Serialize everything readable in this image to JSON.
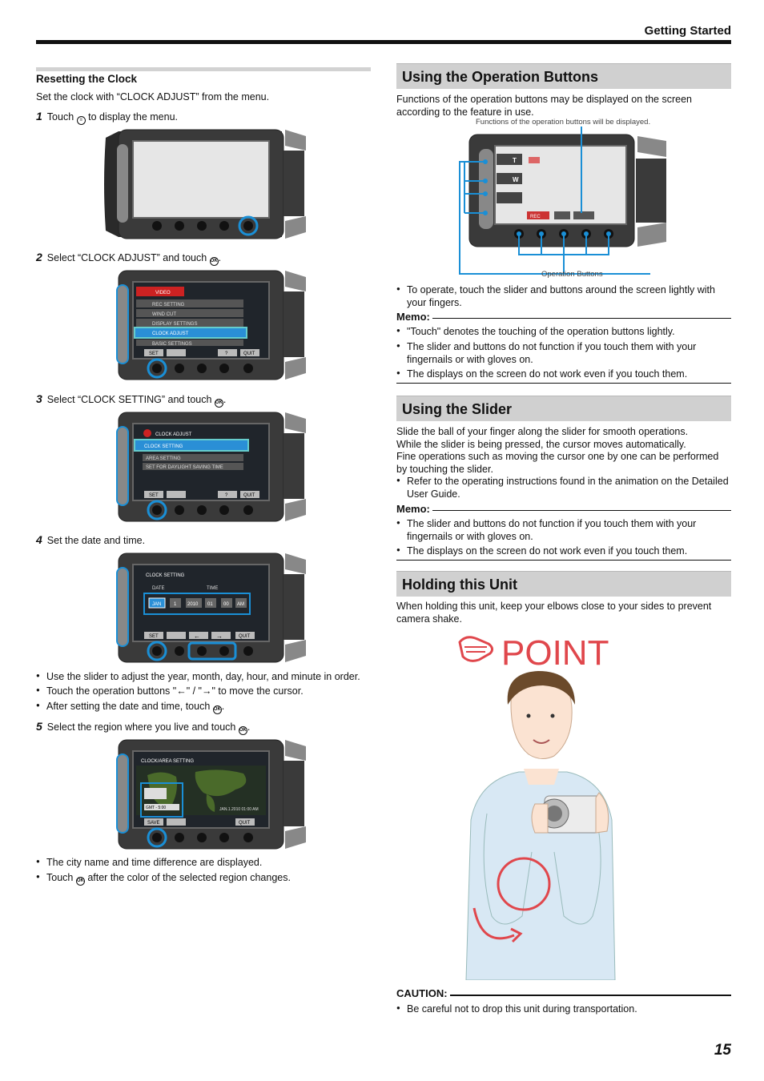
{
  "header": {
    "section": "Getting Started",
    "page_number": "15"
  },
  "left": {
    "title": "Resetting the Clock",
    "intro": "Set the clock with “CLOCK ADJUST” from the menu.",
    "steps": [
      {
        "num": "1",
        "pre": "Touch",
        "post": "to display the menu."
      },
      {
        "num": "2",
        "pre": "Select “CLOCK ADJUST” and touch",
        "post": "."
      },
      {
        "num": "3",
        "pre": "Select “CLOCK SETTING” and touch",
        "post": "."
      },
      {
        "num": "4",
        "pre": "Set the date and time.",
        "post": ""
      },
      {
        "num": "5",
        "pre": "Select the region where you live and touch",
        "post": "."
      }
    ],
    "step4_bullets": [
      "Use the slider to adjust the year, month, day, hour, and minute in order.",
      "Touch the operation buttons \"←\" / \"→\" to move the cursor.",
      "After setting the date and time, touch"
    ],
    "step5_bullets": [
      "The city name and time difference are displayed.",
      "after the color of the selected region changes."
    ],
    "touch_word": "Touch",
    "screens": {
      "menu": {
        "items": [
          "VIDEO",
          "REC SETTING",
          "WIND CUT",
          "DISPLAY SETTINGS",
          "CLOCK ADJUST",
          "BASIC SETTINGS"
        ],
        "buttons": [
          "SET",
          "?",
          "QUIT"
        ]
      },
      "clock_adjust": {
        "title": "CLOCK ADJUST",
        "items": [
          "CLOCK SETTING",
          "AREA SETTING",
          "SET FOR DAYLIGHT SAVING TIME"
        ],
        "buttons": [
          "SET",
          "?",
          "QUIT"
        ]
      },
      "clock_setting": {
        "title": "CLOCK SETTING",
        "date_label": "DATE",
        "time_label": "TIME",
        "fields": [
          "JAN",
          "1",
          "2010",
          "01",
          "00",
          "AM"
        ],
        "buttons": [
          "SET",
          "QUIT"
        ]
      },
      "area": {
        "title": "CLOCK/AREA SETTING",
        "gmt": "GMT - 5:00",
        "datetime": "JAN.1.2010 01:00 AM",
        "buttons": [
          "SAVE",
          "QUIT"
        ]
      }
    }
  },
  "right": {
    "op": {
      "title": "Using the Operation Buttons",
      "intro": "Functions of the operation buttons may be displayed on the screen according to the feature in use.",
      "caption_top": "Functions of the operation buttons will be displayed.",
      "caption_bottom": "Operation Buttons",
      "bullet": "To operate, touch the slider and buttons around the screen lightly with your fingers.",
      "memo_label": "Memo:",
      "memo": [
        "\"Touch\" denotes the touching of the operation buttons lightly.",
        "The slider and buttons do not function if you touch them with your fingernails or with gloves on.",
        "The displays on the screen do not work even if you touch them."
      ],
      "screen_labels": [
        "T",
        "W",
        "REC"
      ]
    },
    "slider": {
      "title": "Using the Slider",
      "p1": "Slide the ball of your finger along the slider for smooth operations.",
      "p2": "While the slider is being pressed, the cursor moves automatically.",
      "p3": "Fine operations such as moving the cursor one by one can be performed by touching the slider.",
      "bullet": "Refer to the operating instructions found in the animation on the Detailed User Guide.",
      "memo_label": "Memo:",
      "memo": [
        "The slider and buttons do not function if you touch them with your fingernails or with gloves on.",
        "The displays on the screen do not work even if you touch them."
      ]
    },
    "holding": {
      "title": "Holding this Unit",
      "text": "When holding this unit, keep your elbows close to your sides to prevent camera shake.",
      "point_label": "POINT",
      "caution_label": "CAUTION:",
      "caution": "Be careful not to drop this unit during transportation."
    }
  }
}
